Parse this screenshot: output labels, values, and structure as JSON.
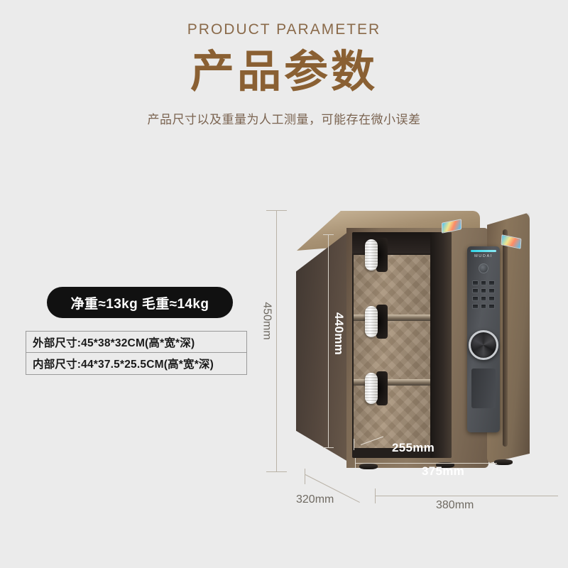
{
  "header": {
    "eyebrow": "PRODUCT PARAMETER",
    "title_cn": "产品参数",
    "subtitle_cn": "产品尺寸以及重量为人工测量，可能存在微小误差"
  },
  "specs": {
    "weight_pill": "净重≈13kg  毛重≈14kg",
    "rows": [
      {
        "label": "外部尺寸:45*38*32CM(高*宽*深)"
      },
      {
        "label": "内部尺寸:44*37.5*25.5CM(高*宽*深)"
      }
    ]
  },
  "dimensions": {
    "outer_height": "450mm",
    "inner_height": "440mm",
    "inner_depth": "255mm",
    "front_width": "375mm",
    "side_depth": "320mm",
    "bottom_width": "380mm"
  },
  "product": {
    "keypad_brand": "MUDAI"
  },
  "colors": {
    "background": "#ebebeb",
    "title_brown": "#8a6033",
    "eyebrow_brown": "#8a6a4a",
    "subtitle_brown": "#7a6350",
    "pill_black": "#111111",
    "dim_line": "#b9b2a7",
    "dim_text": "#6f6a62",
    "dim_text_white": "#ffffff",
    "safe_body": "#8d7a63",
    "safe_side_dark": "#57493f",
    "lining_tan": "#a79279",
    "accent_cyan": "#2fd6e8"
  }
}
